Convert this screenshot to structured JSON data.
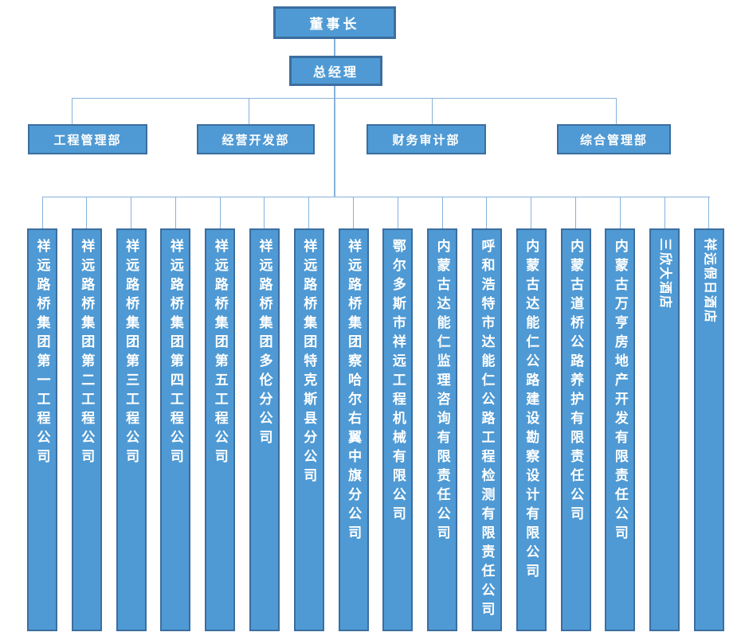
{
  "colors": {
    "box_fill": "#4f9ad4",
    "box_border": "#3c6e9f",
    "connector": "#86b2dc",
    "text": "#ffffff",
    "background": "#ffffff"
  },
  "chart": {
    "chairman": "董事长",
    "general_manager": "总经理",
    "departments": [
      "工程管理部",
      "经营开发部",
      "财务审计部",
      "综合管理部"
    ],
    "subsidiaries": [
      "祥远路桥集团第一工程公司",
      "祥远路桥集团第二工程公司",
      "祥远路桥集团第三工程公司",
      "祥远路桥集团第四工程公司",
      "祥远路桥集团第五工程公司",
      "祥远路桥集团多伦分公司",
      "祥远路桥集团特克斯县分公司",
      "祥远路桥集团察哈尔右翼中旗分公司",
      "鄂尔多斯市祥远工程机械有限公司",
      "内蒙古达能仁监理咨询有限责任公司",
      "呼和浩特市达能仁公路工程检测有限责任公司",
      "内蒙古达能仁公路建设勘察设计有限公司",
      "内蒙古道桥公路养护有限责任公司",
      "内蒙古万亨房地产开发有限责任公司",
      "三欣大酒店",
      "祥远假日酒店"
    ]
  }
}
